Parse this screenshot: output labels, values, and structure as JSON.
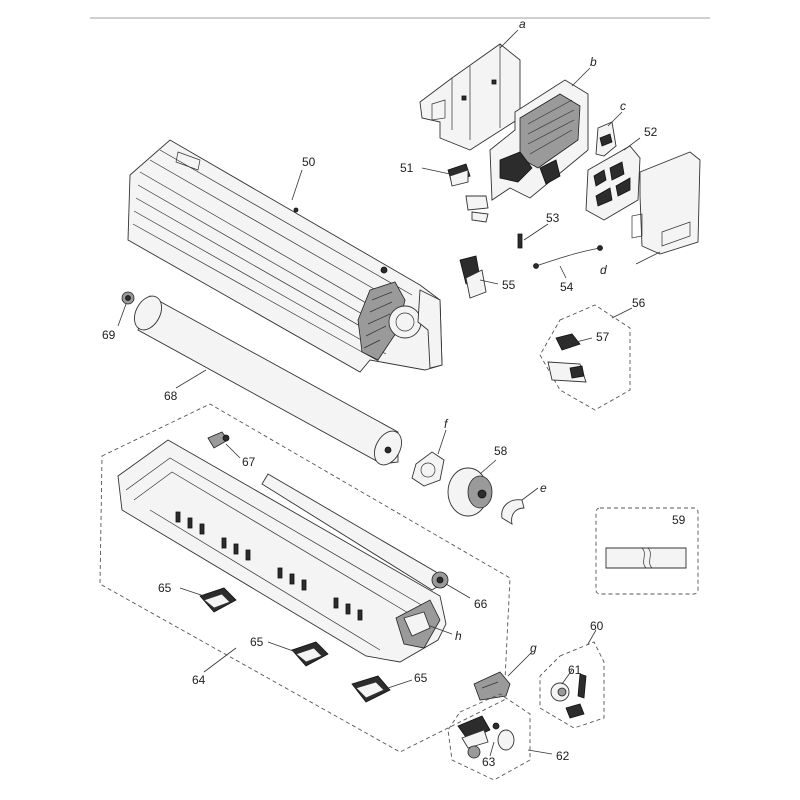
{
  "labels": {
    "a": "a",
    "b": "b",
    "c": "c",
    "d": "d",
    "e": "e",
    "f": "f",
    "g": "g",
    "h": "h",
    "n50": "50",
    "n51": "51",
    "n52": "52",
    "n53": "53",
    "n54": "54",
    "n55": "55",
    "n56": "56",
    "n57": "57",
    "n58": "58",
    "n59": "59",
    "n60": "60",
    "n61": "61",
    "n62": "62",
    "n63": "63",
    "n64": "64",
    "n65a": "65",
    "n65b": "65",
    "n65c": "65",
    "n66": "66",
    "n67": "67",
    "n68": "68",
    "n69": "69"
  }
}
